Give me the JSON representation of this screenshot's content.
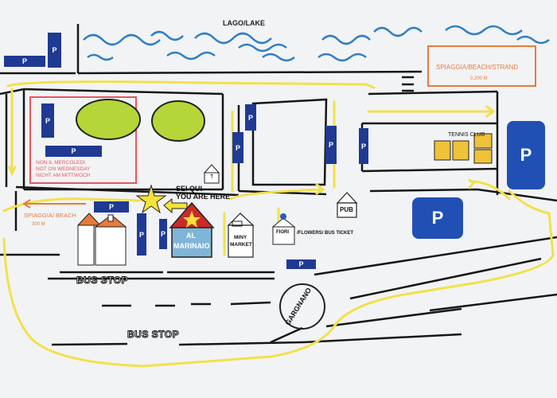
{
  "labels": {
    "lake": "LAGO/LAKE",
    "beach_north": "SPIAGGIA/BEACH/STRAND",
    "beach_north_distance": "0.200 M",
    "beach_west": "SPIAGGIA/ BEACH",
    "beach_west_distance": "300 M",
    "market_notice": [
      "NON IL MERCOLEDI",
      "NOT ON WEDNESDAY",
      "NICHT AM MITTWOCH"
    ],
    "you_are_here": [
      "SEI QUI",
      "YOU ARE HERE"
    ],
    "hotel": [
      "AL",
      "MARINAIO"
    ],
    "market": [
      "MINY",
      "MARKET"
    ],
    "fiori": "FIORI",
    "flowers_bus": "/FLOWERS/ BUS TICKET",
    "pub": "PUB",
    "tennis": "TENNIS CLUB",
    "toilet": "T",
    "bus_stop": "BUS STOP",
    "gargnano": "GARGNANO",
    "parking": "P"
  },
  "colors": {
    "road": "#f2e14a",
    "parking": "#1f3a93",
    "parking_big": "#2150b5",
    "market_box": "#e8565f",
    "orange": "#e87a3c",
    "hotel_roof": "#cc2a2a",
    "hotel_body": "#7fb5d8",
    "green_oval": "#b5d638",
    "tennis": "#f0c23a",
    "water": "#2f7ec7"
  }
}
